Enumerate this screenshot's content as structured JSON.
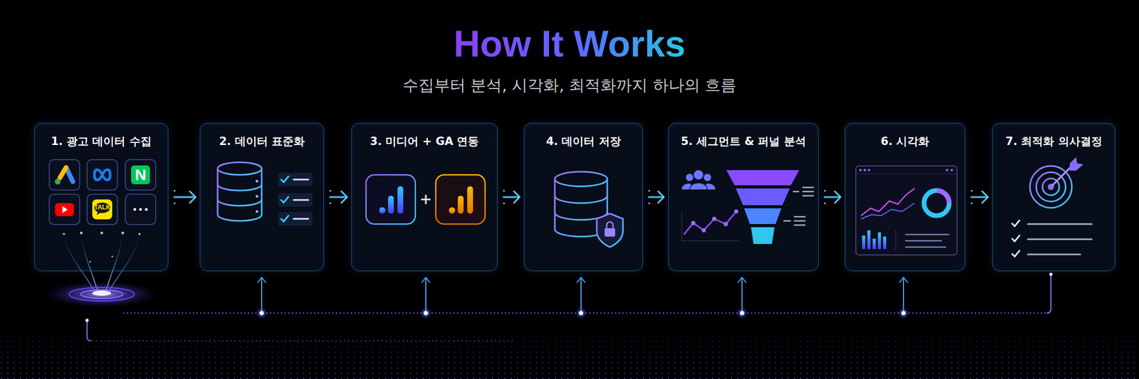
{
  "diagram": {
    "title": "How It Works",
    "nodes": [
      {
        "text": [
          "1. 광고 데이터 수집"
        ]
      },
      {
        "text": [
          "2. 데이터 표준화"
        ]
      },
      {
        "text": [
          "3. 미디어 + GA 연동"
        ]
      },
      {
        "text": [
          "4. 데이터 저장"
        ]
      },
      {
        "text": [
          "5. 세그먼트 & 퍼널 분석"
        ]
      },
      {
        "text": [
          "6. 시각화"
        ]
      },
      {
        "text": [
          "7. 최적화 의사결정"
        ]
      }
    ],
    "edges": [
      {
        "from": 0,
        "to": 1,
        "arrow": "to"
      },
      {
        "from": 1,
        "to": 2,
        "arrow": "to"
      },
      {
        "from": 2,
        "to": 3,
        "arrow": "to"
      },
      {
        "from": 3,
        "to": 4,
        "arrow": "to"
      },
      {
        "from": 4,
        "to": 5,
        "arrow": "to"
      },
      {
        "from": 5,
        "to": 6,
        "arrow": "to"
      }
    ],
    "labels": [
      "수집부터 분석, 시각화, 최적화까지 하나의 흐름",
      "N",
      "TALK"
    ]
  }
}
